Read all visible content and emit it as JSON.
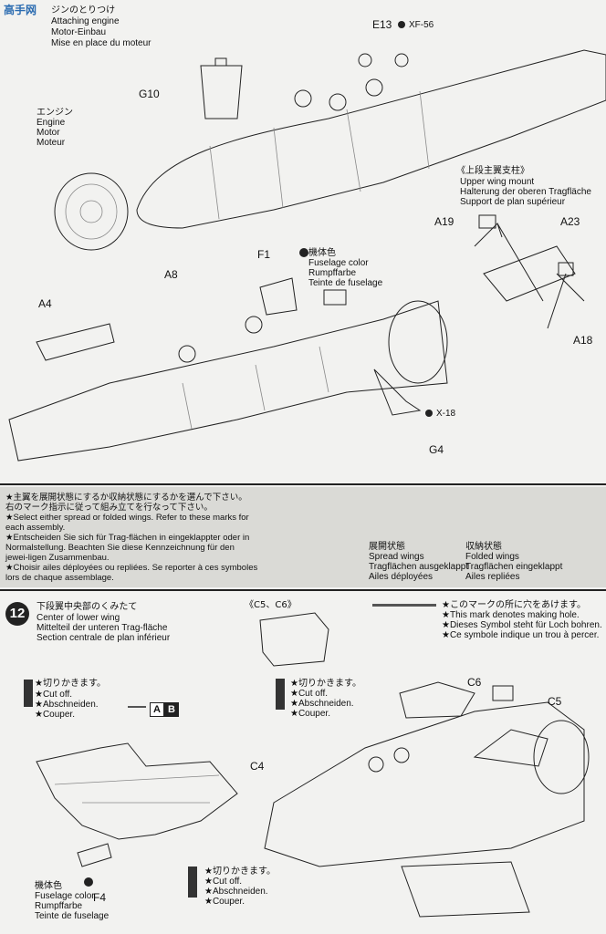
{
  "watermark": {
    "text": "高手网"
  },
  "step11": {
    "title_jp": "ジンのとりつけ",
    "title_en": "Attaching engine",
    "title_de": "Motor-Einbau",
    "title_fr": "Mise en place du moteur",
    "engine_label": [
      "エンジン",
      "Engine",
      "Motor",
      "Moteur"
    ],
    "parts": {
      "e13": "E13",
      "xf56": "XF-56",
      "g10": "G10",
      "f1": "F1",
      "a8": "A8",
      "a4": "A4",
      "g4": "G4",
      "x18": "X-18",
      "a19": "A19",
      "a23": "A23",
      "a18": "A18"
    },
    "fuselage_color": [
      "機体色",
      "Fuselage color",
      "Rumpffarbe",
      "Teinte de fuselage"
    ],
    "wing_mount": [
      "《上段主翼支柱》",
      "Upper wing mount",
      "Halterung der oberen Tragfläche",
      "Support de plan supérieur"
    ]
  },
  "notice": {
    "lines": [
      "★主翼を展開状態にするか収納状態にするかを選んで下さい。",
      "  右のマーク指示に従って組み立てを行なって下さい。",
      "★Select either spread or folded wings. Refer to these marks for",
      "  each assembly.",
      "★Entscheiden Sie sich für Trag-flächen in eingeklappter oder in",
      "  Normalstellung. Beachten Sie diese Kennzeichnung für den",
      "  jewei-ligen Zusammenbau.",
      "★Choisir ailes déployées ou repliées. Se reporter à ces symboles",
      "  lors de chaque assemblage."
    ],
    "spread": [
      "展開状態",
      "Spread wings",
      "Tragflächen ausgeklappt",
      "Ailes déployées"
    ],
    "folded": [
      "収納状態",
      "Folded wings",
      "Tragflächen eingeklappt",
      "Ailes repliées"
    ]
  },
  "step12": {
    "number": "12",
    "title_jp": "下段翼中央部のくみたて",
    "title_en": "Center of lower wing",
    "title_de": "Mittelteil der unteren Trag-fläche",
    "title_fr": "Section centrale de plan inférieur",
    "c5c6": "《C5、C6》",
    "cutoff": [
      "★切りかきます。",
      "★Cut off.",
      "★Abschneiden.",
      "★Couper."
    ],
    "hole_note": [
      "★このマークの所に穴をあけます。",
      "★This mark denotes making hole.",
      "★Dieses Symbol steht für Loch bohren.",
      "★Ce symbole indique un trou à percer."
    ],
    "a": "A",
    "b": "B",
    "c4": "C4",
    "c5": "C5",
    "c6": "C6",
    "f4": "F4",
    "fuselage_color": [
      "機体色",
      "Fuselage color",
      "Rumpffarbe",
      "Teinte de fuselage"
    ]
  }
}
